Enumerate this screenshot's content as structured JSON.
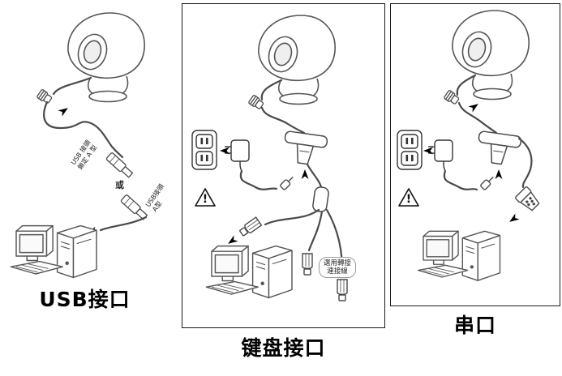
{
  "colors": {
    "line": "#4a4a4a",
    "ink": "#000000",
    "background": "#ffffff"
  },
  "panels": [
    {
      "title": "USB接口",
      "usb_label_1": [
        "USB 接頭",
        "鎖定 A 型"
      ],
      "or_label": "或",
      "usb_label_2": [
        "USB接頭",
        "A型"
      ]
    },
    {
      "title": "键盘接口",
      "warning_mark": "!",
      "adapter_note": [
        "選用轉接",
        "連接線"
      ]
    },
    {
      "title": "串口",
      "warning_mark": "!"
    }
  ]
}
